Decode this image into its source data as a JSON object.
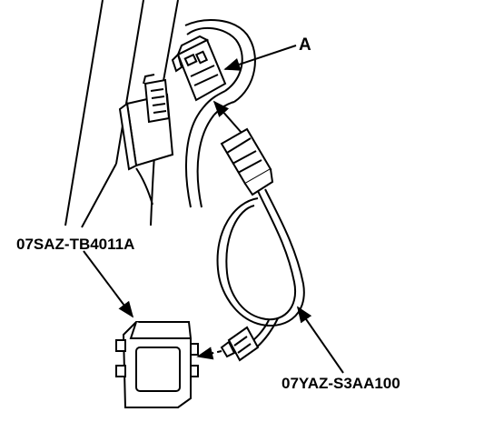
{
  "labels": {
    "connector": "A",
    "tool": "07SAZ-TB4011A",
    "cable": "07YAZ-S3AA100"
  },
  "colors": {
    "ink": "#000000",
    "paper": "#ffffff"
  }
}
